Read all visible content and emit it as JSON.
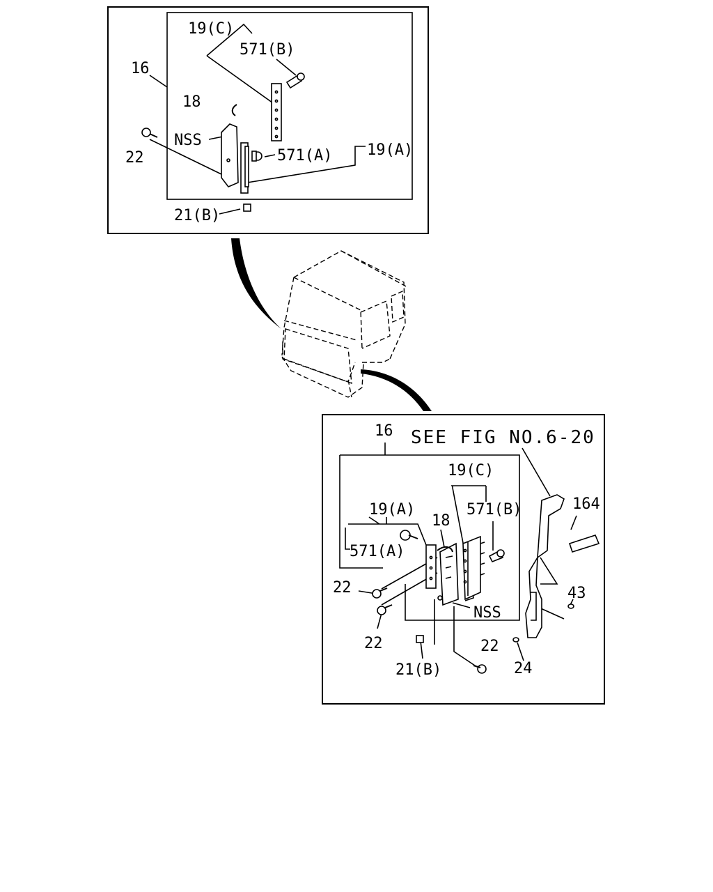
{
  "top_panel": {
    "labels": {
      "p16": "16",
      "p19c": "19(C)",
      "p571b": "571(B)",
      "p18": "18",
      "nss": "NSS",
      "p22": "22",
      "p571a": "571(A)",
      "p19a": "19(A)",
      "p21b": "21(B)"
    }
  },
  "bottom_panel": {
    "labels": {
      "p16": "16",
      "see_fig": "SEE FIG NO.6-20",
      "p19c": "19(C)",
      "p164": "164",
      "p571b": "571(B)",
      "p19a": "19(A)",
      "p18": "18",
      "p571a": "571(A)",
      "p22_left": "22",
      "p43": "43",
      "nss": "NSS",
      "p22_lower": "22",
      "p22_bottom": "22",
      "p21b": "21(B)",
      "p24": "24"
    }
  }
}
